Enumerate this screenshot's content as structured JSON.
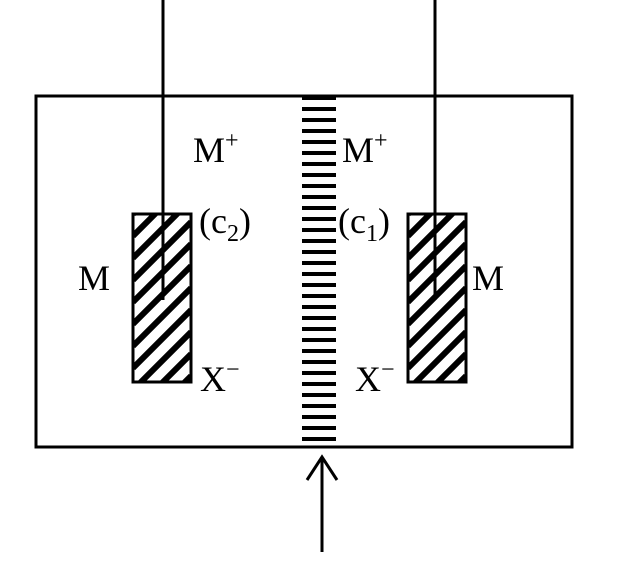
{
  "colors": {
    "stroke": "#000000",
    "background": "#ffffff"
  },
  "left_half": {
    "electrode_label": "M",
    "cation_base": "M",
    "cation_sup": "+",
    "conc_open": "(c",
    "conc_sub": "2",
    "conc_close": ")",
    "anion_base": "X",
    "anion_sup": "−"
  },
  "right_half": {
    "electrode_label": "M",
    "cation_base": "M",
    "cation_sup": "+",
    "conc_open": "(c",
    "conc_sub": "1",
    "conc_close": ")",
    "anion_base": "X",
    "anion_sup": "−"
  }
}
